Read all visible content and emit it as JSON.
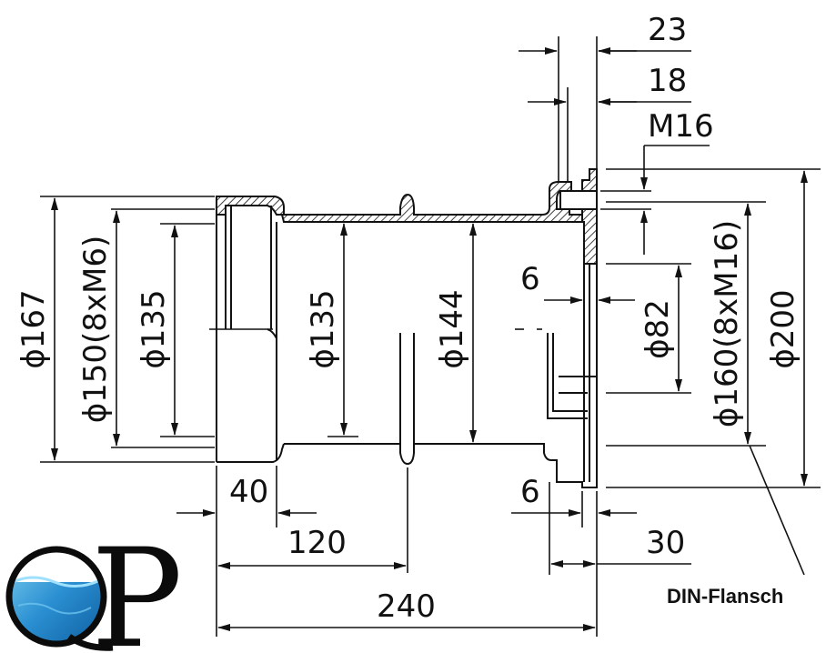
{
  "dimensions": {
    "d167": "ϕ167",
    "d150": "ϕ150(8xM6)",
    "d135_left": "ϕ135",
    "d135_mid": "ϕ135",
    "d144": "ϕ144",
    "d82": "ϕ82",
    "d160": "ϕ160(8xM16)",
    "d200": "ϕ200",
    "w23": "23",
    "w18": "18",
    "m16": "M16",
    "w6_top": "6",
    "w6_bottom": "6",
    "w40": "40",
    "w120": "120",
    "w30": "30",
    "w240": "240"
  },
  "labels": {
    "din_flange": "DIN-Flansch"
  },
  "logo": {
    "letters": "QP",
    "water_color": "#2a8fd1"
  }
}
